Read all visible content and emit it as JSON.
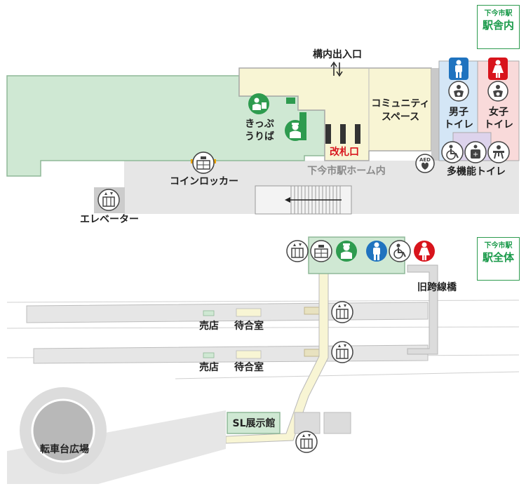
{
  "badges": {
    "station_building": {
      "small": "下今市駅",
      "large": "駅舎内"
    },
    "whole_station": {
      "small": "下今市駅",
      "large": "駅全体"
    }
  },
  "upper_map": {
    "entrance": "構内出入口",
    "ticket_office": [
      "きっぷ",
      "うりば"
    ],
    "ticket_gate": "改札口",
    "community_space": [
      "コミュニティ",
      "スペース"
    ],
    "mens_toilet": [
      "男子",
      "トイレ"
    ],
    "womens_toilet": [
      "女子",
      "トイレ"
    ],
    "multi_toilet": "多機能トイレ",
    "coin_locker": "コインロッカー",
    "platform": "下今市駅ホーム内",
    "elevator": "エレベーター",
    "aed": "AED"
  },
  "lower_map": {
    "old_bridge": "旧跨線橋",
    "shop": "売店",
    "waiting_room": "待合室",
    "shop_2": "売店",
    "waiting_room_2": "待合室",
    "sl_museum": "SL展示館",
    "turntable_plaza": "転車台広場"
  },
  "colors": {
    "green_area": "#cfe8d3",
    "cream_area": "#f8f5d4",
    "gray_floor": "#e6e6e6",
    "mens_blue": "#1f73bf",
    "womens_red": "#d8141c",
    "station_green": "#2e9b4f",
    "gate_red": "#d8141c"
  },
  "icons": [
    "ticket-office-icon",
    "station-staff-icon",
    "coin-locker-icon",
    "elevator-icon",
    "aed-icon",
    "mens-icon",
    "womens-icon",
    "baby-changing-icon",
    "wheelchair-icon",
    "ostomate-icon",
    "baby-seat-icon",
    "arrow-icon"
  ]
}
